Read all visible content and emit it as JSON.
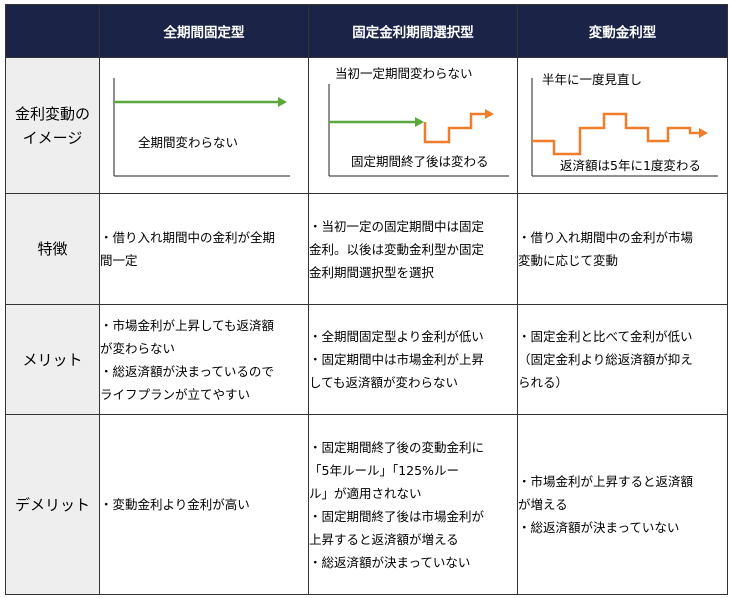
{
  "header": {
    "col1": "全期間固定型",
    "col2": "固定金利期間選択型",
    "col3": "変動金利型"
  },
  "rows": {
    "image": {
      "label_line1": "金利変動の",
      "label_line2": "イメージ",
      "col1_caption": "全期間変わらない",
      "col2_caption_top": "当初一定期間変わらない",
      "col2_caption_bottom": "固定期間終了後は変わる",
      "col3_caption_top": "半年に一度見直し",
      "col3_caption_bottom": "返済額は5年に1度変わる"
    },
    "features": {
      "label": "特徴",
      "col1": [
        "・借り入れ期間中の金利が全期",
        "間一定"
      ],
      "col2": [
        "・当初一定の固定期間中は固定",
        "金利。以後は変動金利型か固定",
        "金利期間選択型を選択"
      ],
      "col3": [
        "・借り入れ期間中の金利が市場",
        "変動に応じて変動"
      ]
    },
    "merits": {
      "label": "メリット",
      "col1": [
        "・市場金利が上昇しても返済額",
        "が変わらない",
        "・総返済額が決まっているので",
        "ライフプランが立てやすい"
      ],
      "col2": [
        "・全期間固定型より金利が低い",
        "・固定期間中は市場金利が上昇",
        "しても返済額が変わらない"
      ],
      "col3": [
        "・固定金利と比べて金利が低い",
        "（固定金利より総返済額が抑え",
        "られる）"
      ]
    },
    "demerits": {
      "label": "デメリット",
      "col1": [
        "・変動金利より金利が高い"
      ],
      "col2": [
        "・固定期間終了後の変動金利に",
        "「5年ルール」「125%ルー",
        "ル」が適用されない",
        "・固定期間終了後は市場金利が",
        "上昇すると返済額が増える",
        "・総返済額が決まっていない"
      ],
      "col3": [
        "・市場金利が上昇すると返済額",
        "が増える",
        "・総返済額が決まっていない"
      ]
    }
  },
  "colors": {
    "header_bg": "#1b2447",
    "row_header_bg": "#eeeeee",
    "fixed_line": "#5aa83a",
    "variable_line": "#ef7d2c"
  }
}
